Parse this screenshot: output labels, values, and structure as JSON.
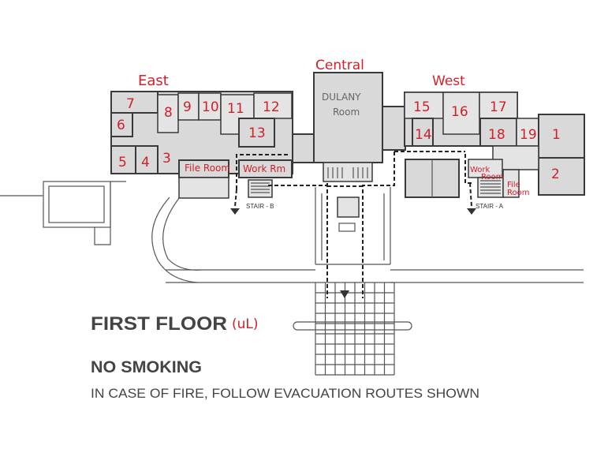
{
  "sections": {
    "east": "East",
    "central": "Central",
    "west": "West"
  },
  "rooms": {
    "r1": "1",
    "r2": "2",
    "r3": "3",
    "r4": "4",
    "r5": "5",
    "r6": "6",
    "r7": "7",
    "r8": "8",
    "r9": "9",
    "r10": "10",
    "r11": "11",
    "r12": "12",
    "r13": "13",
    "r14": "14",
    "r15": "15",
    "r16": "16",
    "r17": "17",
    "r18": "18",
    "r19": "19",
    "dulany_1": "DULANY",
    "dulany_2": "Room",
    "file_room_east": "File Room",
    "work_rm_east": "Work Rm",
    "work_room_west_1": "Work",
    "work_room_west_2": "Room",
    "file_room_west_1": "File",
    "file_room_west_2": "Room"
  },
  "stairs": {
    "b": "STAIR - B",
    "a": "STAIR - A"
  },
  "title": {
    "floor": "FIRST FLOOR",
    "note": "(uL)"
  },
  "notices": {
    "smoking": "NO SMOKING",
    "fire": "IN CASE OF FIRE, FOLLOW EVACUATION ROUTES SHOWN"
  },
  "colors": {
    "handwriting": "#d0202a",
    "walls": "#3a3a3a",
    "room_fill": "#d9d9d9"
  }
}
